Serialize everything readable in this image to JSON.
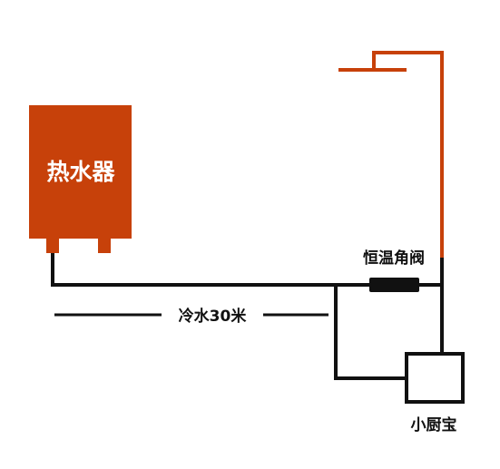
{
  "labels": {
    "water_heater": "热水器",
    "thermostatic_valve": "恒温角阀",
    "cold_water": "冷水30米",
    "mini_kitchen_heater": "小厨宝"
  },
  "colors": {
    "hot_pipe": "#c7410a",
    "cold_pipe": "#111111",
    "heater_body": "#c7410a",
    "heater_text": "#ffffff",
    "background": "#ffffff"
  }
}
